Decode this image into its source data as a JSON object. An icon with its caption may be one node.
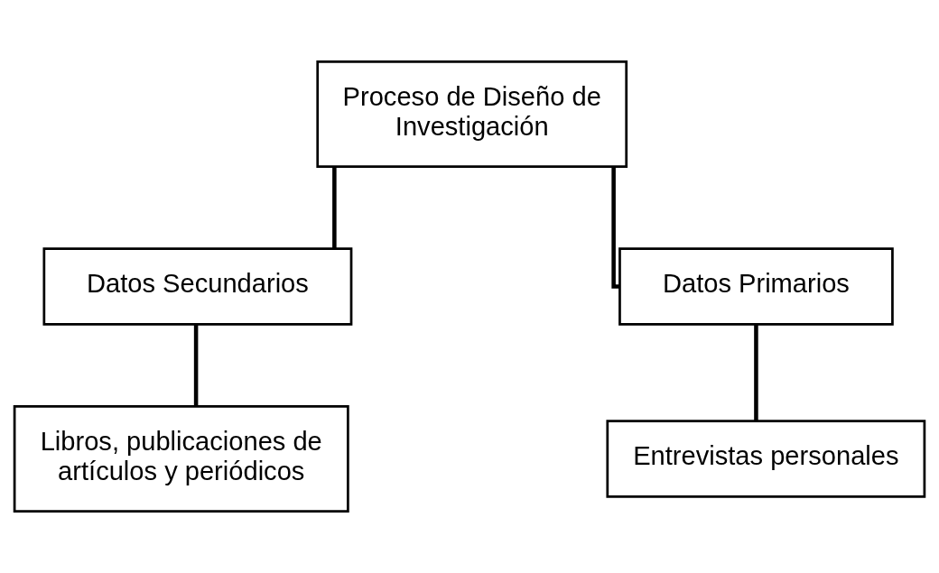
{
  "diagram": {
    "nodes": [
      {
        "text": [
          "Proceso de Diseño de Investigación"
        ]
      },
      {
        "text": [
          "Datos Secundarios"
        ]
      },
      {
        "text": [
          "Datos Primarios"
        ]
      },
      {
        "text": [
          "Libros, publicaciones de artículos y periódicos"
        ]
      },
      {
        "text": [
          "Entrevistas personales"
        ]
      }
    ],
    "edges": [
      {
        "from": 0,
        "to": 1,
        "arrow": "none"
      },
      {
        "from": 0,
        "to": 2,
        "arrow": "none"
      },
      {
        "from": 1,
        "to": 3,
        "arrow": "none"
      },
      {
        "from": 2,
        "to": 4,
        "arrow": "none"
      }
    ]
  }
}
